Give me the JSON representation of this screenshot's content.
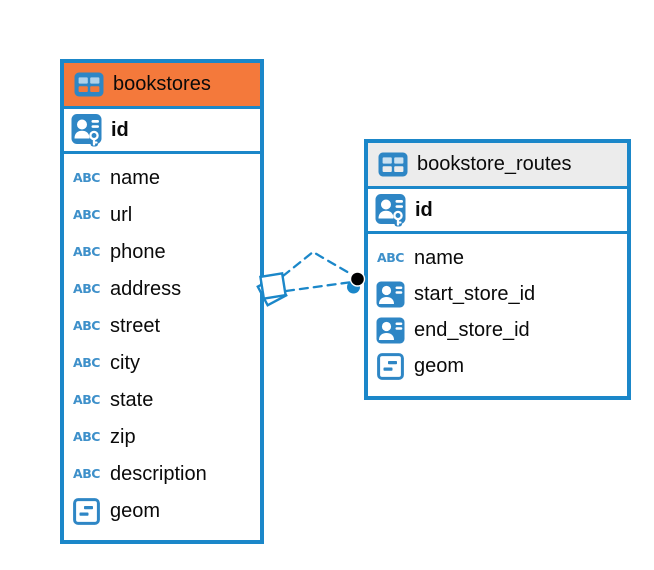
{
  "colors": {
    "table_border": "#1b87c9",
    "bookstores_header_bg": "#f4793b",
    "routes_header_bg": "#ececec",
    "icon_blue": "#2e86c5",
    "abc_icon_blue": "#3e90ca",
    "relationship_line": "#1b87c9",
    "endpoint_dot_black": "#000000",
    "endpoint_dot_blue": "#1b87c9",
    "text": "#0a0a0a"
  },
  "icons": {
    "abc_text": "ABC"
  },
  "diagram": {
    "tables": [
      {
        "name": "bookstores",
        "header_color": "#f4793b",
        "primary_key": {
          "name": "id",
          "icon": "primary-key-icon"
        },
        "columns": [
          {
            "name": "name",
            "icon": "text-type-icon"
          },
          {
            "name": "url",
            "icon": "text-type-icon"
          },
          {
            "name": "phone",
            "icon": "text-type-icon"
          },
          {
            "name": "address",
            "icon": "text-type-icon"
          },
          {
            "name": "street",
            "icon": "text-type-icon"
          },
          {
            "name": "city",
            "icon": "text-type-icon"
          },
          {
            "name": "state",
            "icon": "text-type-icon"
          },
          {
            "name": "zip",
            "icon": "text-type-icon"
          },
          {
            "name": "description",
            "icon": "text-type-icon"
          },
          {
            "name": "geom",
            "icon": "geometry-type-icon"
          }
        ]
      },
      {
        "name": "bookstore_routes",
        "header_color": "#ececec",
        "primary_key": {
          "name": "id",
          "icon": "primary-key-icon"
        },
        "columns": [
          {
            "name": "name",
            "icon": "text-type-icon"
          },
          {
            "name": "start_store_id",
            "icon": "foreign-key-ref-icon"
          },
          {
            "name": "end_store_id",
            "icon": "foreign-key-ref-icon"
          },
          {
            "name": "geom",
            "icon": "geometry-type-icon"
          }
        ]
      }
    ],
    "relationship": {
      "from_table": "bookstores",
      "to_table": "bookstore_routes",
      "line_style": "dashed",
      "source_marker": "stacked-squares-marker",
      "target_marker": "filled-dot-handles"
    }
  }
}
